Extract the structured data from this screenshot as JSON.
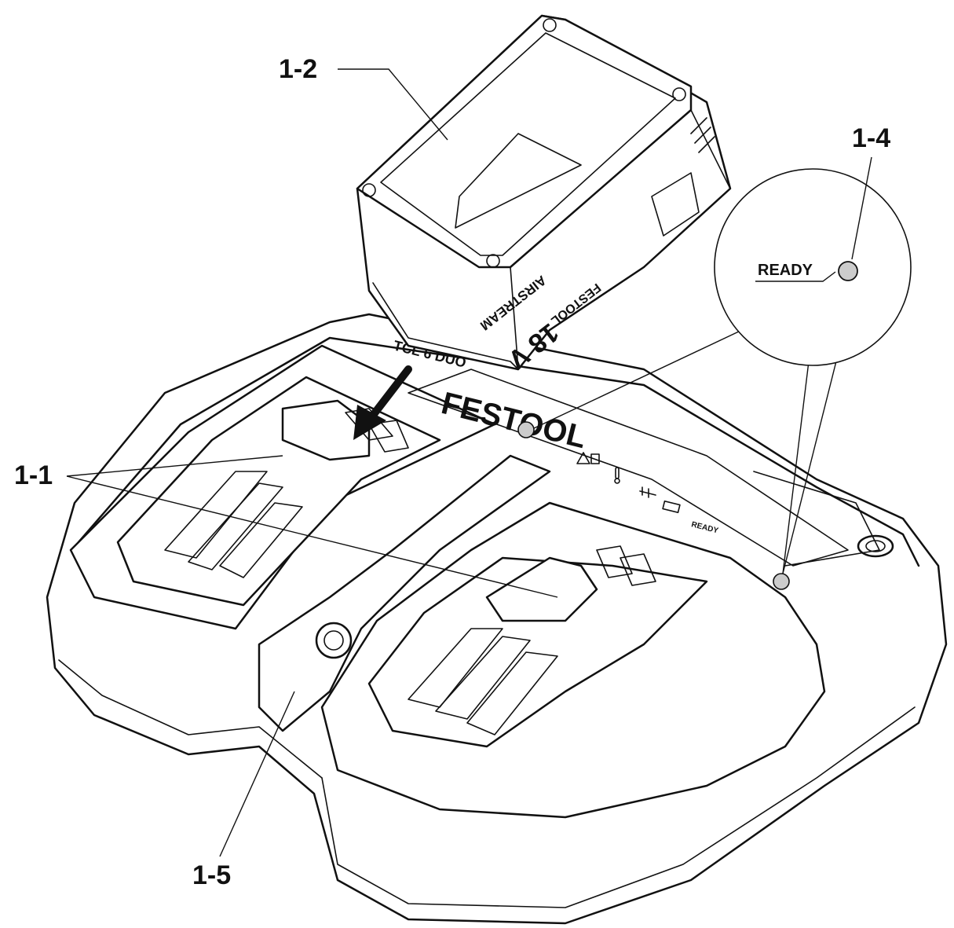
{
  "callouts": {
    "slots": "1-1",
    "battery": "1-2",
    "ready_led": "1-4",
    "bay": "1-5"
  },
  "magnifier": {
    "ready_label": "READY"
  },
  "charger": {
    "model": "TCL 6 DUO",
    "brand": "FESTOOL",
    "panel_ready": "READY",
    "panel_icons": [
      "warning-temperature-icon",
      "thermometer-icon",
      "plug-icon",
      "battery-icon"
    ]
  },
  "battery": {
    "voltage": "18 V",
    "brand": "FESTOOL",
    "series": "AIRSTREAM"
  },
  "colors": {
    "line": "#111111",
    "led": "#cccccc",
    "background": "#ffffff"
  }
}
